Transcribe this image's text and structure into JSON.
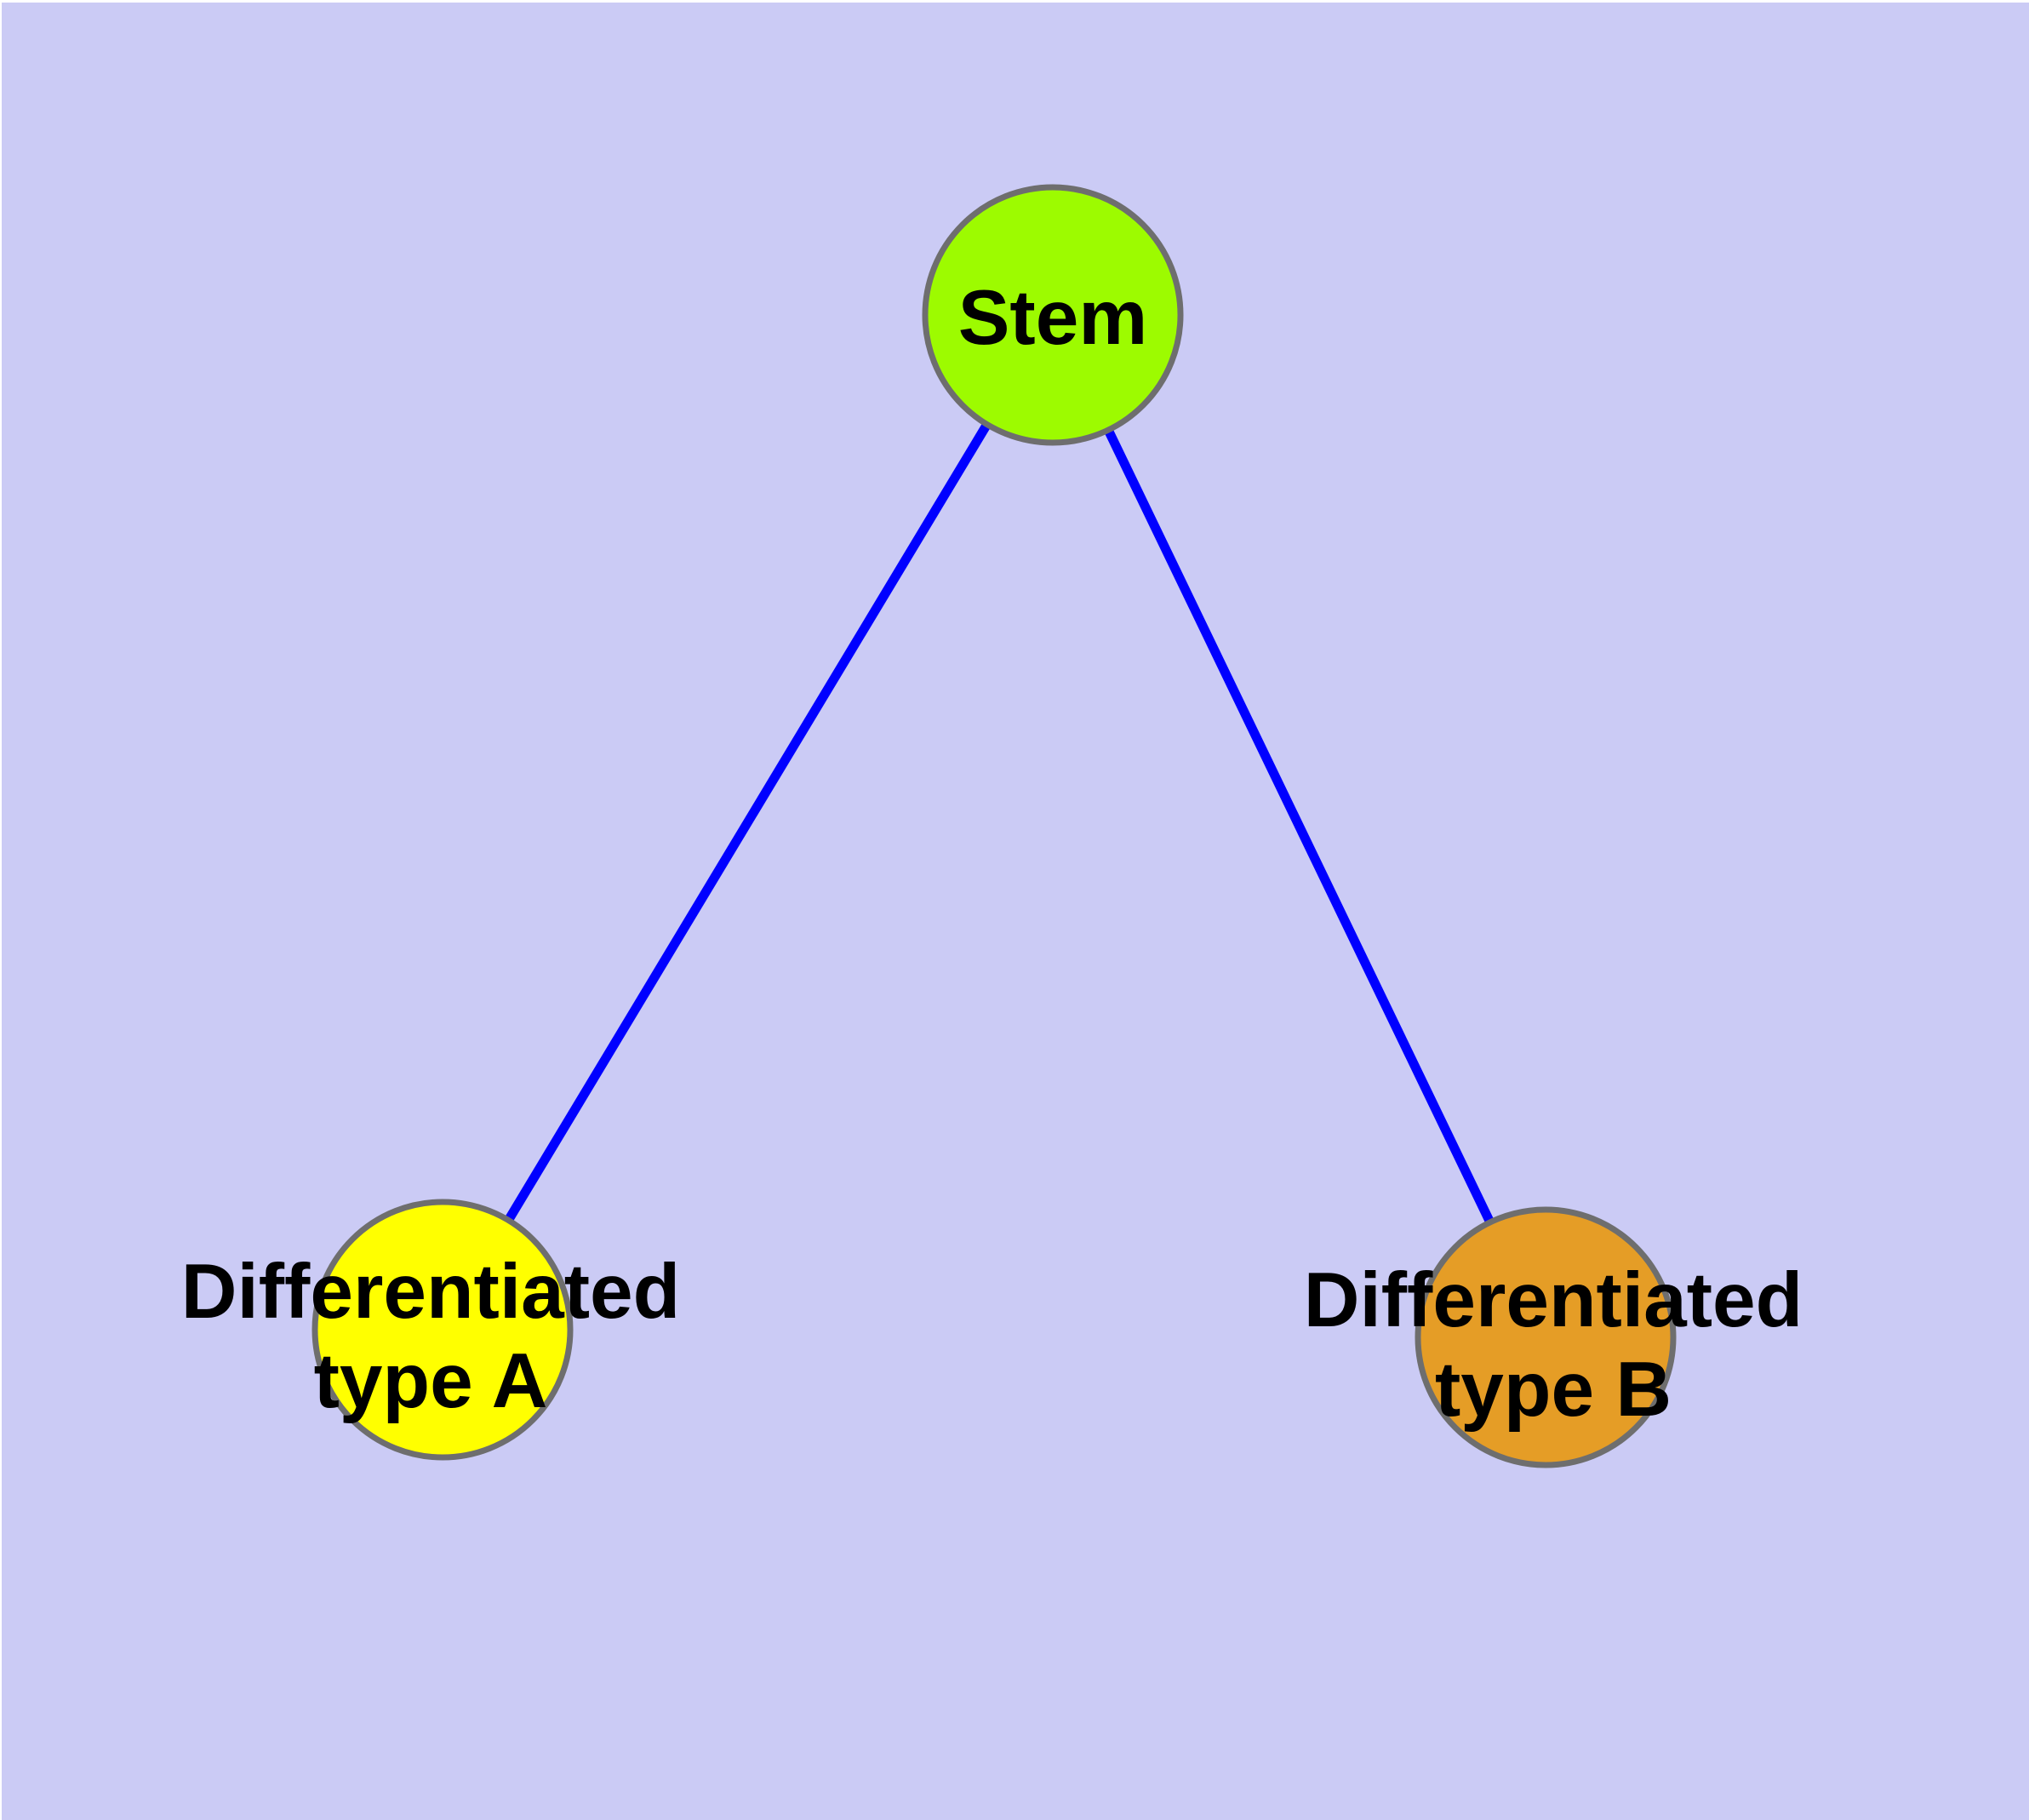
{
  "diagram": {
    "background_color": "#cbcbf5",
    "frame_color": "#ffffff",
    "edge_color": "#0000ff",
    "node_border_color": "#6e6e6e",
    "label_color": "#000000",
    "nodes": [
      {
        "id": "stem",
        "label": "Stem",
        "label_lines": [
          "Stem"
        ],
        "fill_color": "#9dfb00"
      },
      {
        "id": "differentiated-type-a",
        "label": "Differentiated type A",
        "label_lines": [
          "Differentiated",
          "type A"
        ],
        "fill_color": "#ffff00"
      },
      {
        "id": "differentiated-type-b",
        "label": "Differentiated type B",
        "label_lines": [
          "Differentiated",
          "type B"
        ],
        "fill_color": "#e59d26"
      }
    ],
    "edges": [
      {
        "from": "Stem",
        "to": "Differentiated type A"
      },
      {
        "from": "Stem",
        "to": "Differentiated type B"
      }
    ]
  }
}
